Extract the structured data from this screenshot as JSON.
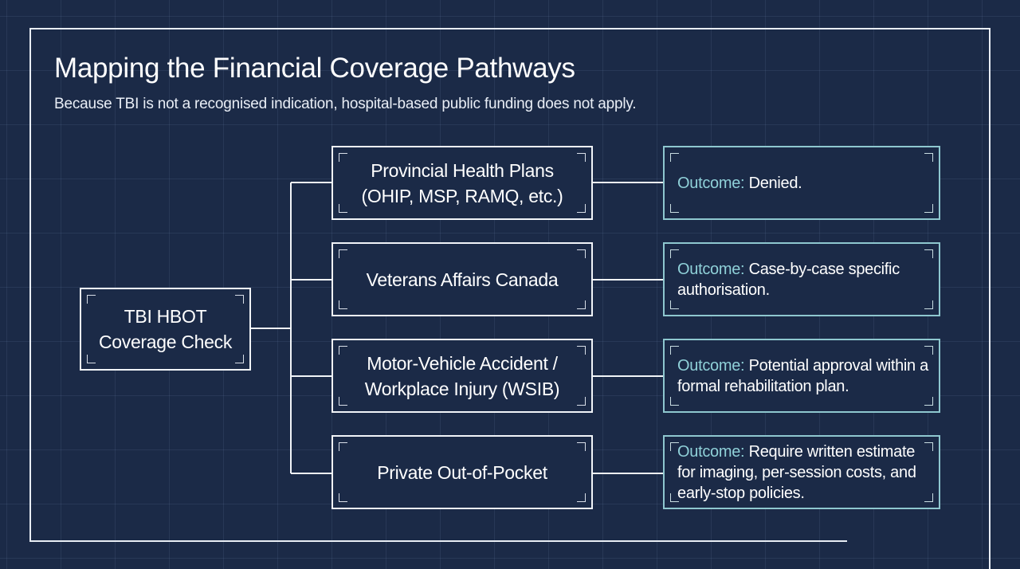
{
  "header": {
    "title": "Mapping the Financial Coverage Pathways",
    "subtitle": "Because TBI is not a recognised indication, hospital-based public funding does not apply."
  },
  "root": {
    "label": "TBI HBOT\nCoverage Check"
  },
  "pathways": [
    {
      "label": "Provincial Health Plans\n(OHIP, MSP, RAMQ, etc.)",
      "outcome_label": "Outcome:",
      "outcome_text": "Denied."
    },
    {
      "label": "Veterans Affairs Canada",
      "outcome_label": "Outcome:",
      "outcome_text": "Case-by-case specific authorisation."
    },
    {
      "label": "Motor-Vehicle Accident /\nWorkplace Injury (WSIB)",
      "outcome_label": "Outcome:",
      "outcome_text": "Potential approval within a formal rehabilitation plan."
    },
    {
      "label": "Private Out-of-Pocket",
      "outcome_label": "Outcome:",
      "outcome_text": "Require written estimate for imaging, per-session costs, and early-stop policies."
    }
  ],
  "colors": {
    "background": "#1b2a47",
    "box_border": "#f1f4f8",
    "outcome_border": "#8ec7cf",
    "outcome_label": "#8fd0d8"
  }
}
